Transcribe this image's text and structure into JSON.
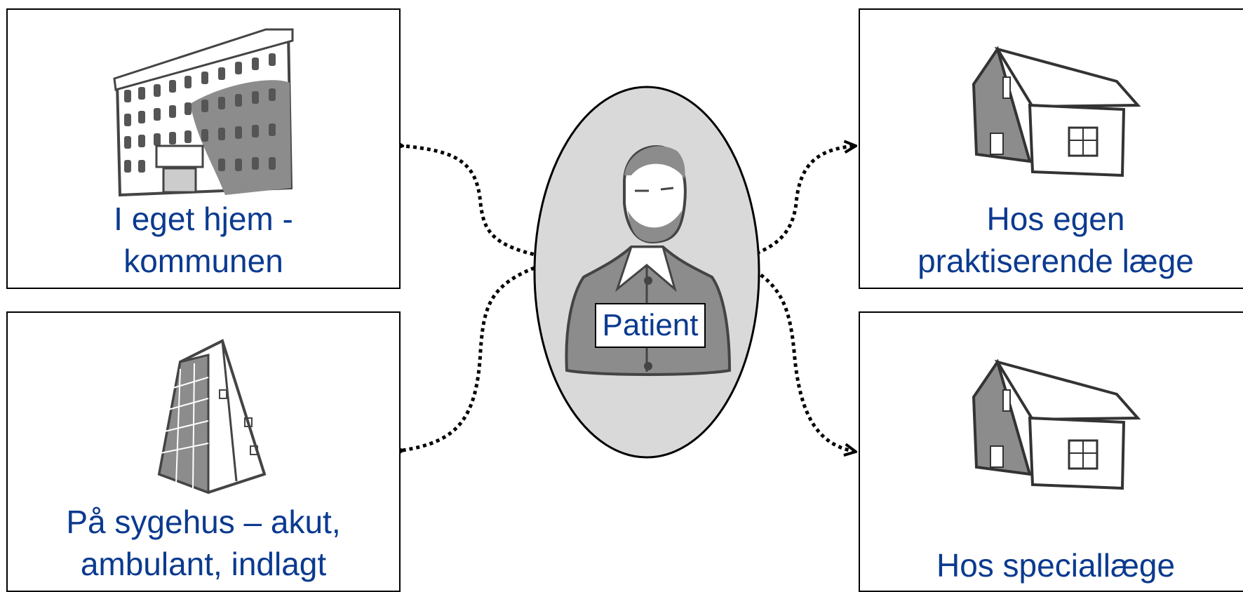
{
  "boxes": {
    "home": {
      "label": "I eget hjem -\nkommunen",
      "icon": "apartment-building-icon"
    },
    "gp": {
      "label": "Hos egen\npraktiserende læge",
      "icon": "house-icon"
    },
    "hospital": {
      "label": "På sygehus – akut,\nambulant, indlagt",
      "icon": "hospital-building-icon"
    },
    "specialist": {
      "label": "Hos speciallæge",
      "icon": "house-icon"
    }
  },
  "center": {
    "label": "Patient",
    "icon": "patient-figure-icon"
  },
  "colors": {
    "text": "#0b3a8f",
    "ellipse_fill": "#d9d9d9",
    "icon_fill": "#8c8c8c",
    "border": "#000000"
  }
}
